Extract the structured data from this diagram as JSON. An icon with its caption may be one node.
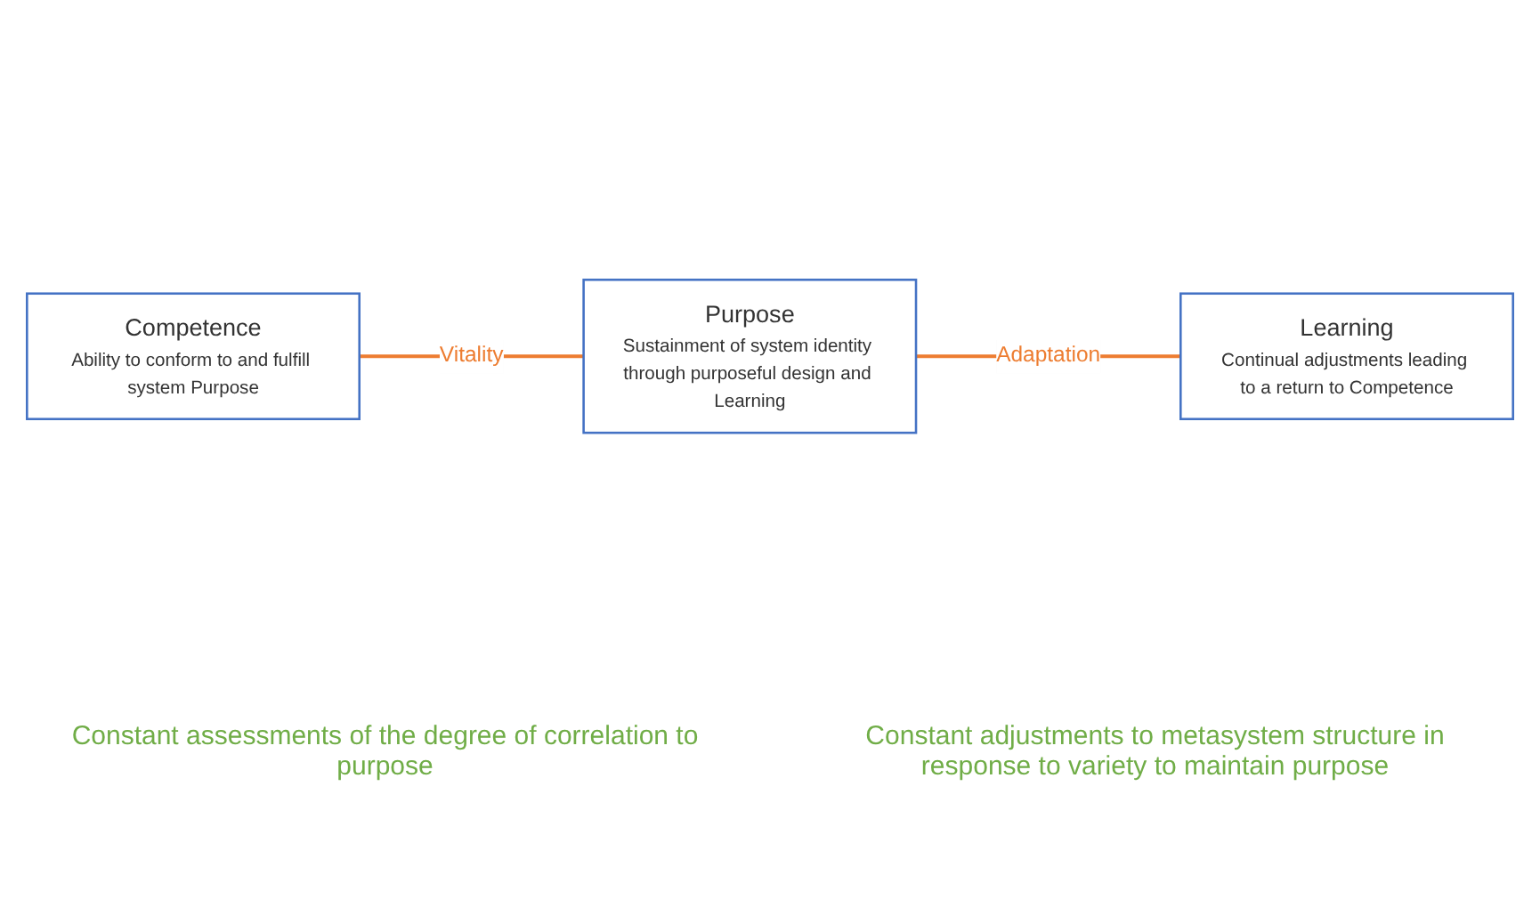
{
  "diagram": {
    "nodes": [
      {
        "text": [
          "Competence",
          "Ability to conform to and fulfill system Purpose"
        ]
      },
      {
        "text": [
          "Purpose",
          "Sustainment of system identity through purposeful design and Learning"
        ]
      },
      {
        "text": [
          "Learning",
          "Continual adjustments leading to a return to Competence"
        ]
      }
    ],
    "edges": [
      {
        "from": 0,
        "to": 1,
        "arrow": "none",
        "label": "Vitality"
      },
      {
        "from": 1,
        "to": 2,
        "arrow": "none",
        "label": "Adaptation"
      }
    ],
    "labels": [
      "Constant assessments of the degree of correlation to purpose",
      "Constant adjustments to metasystem structure in response to variety to maintain purpose"
    ]
  }
}
